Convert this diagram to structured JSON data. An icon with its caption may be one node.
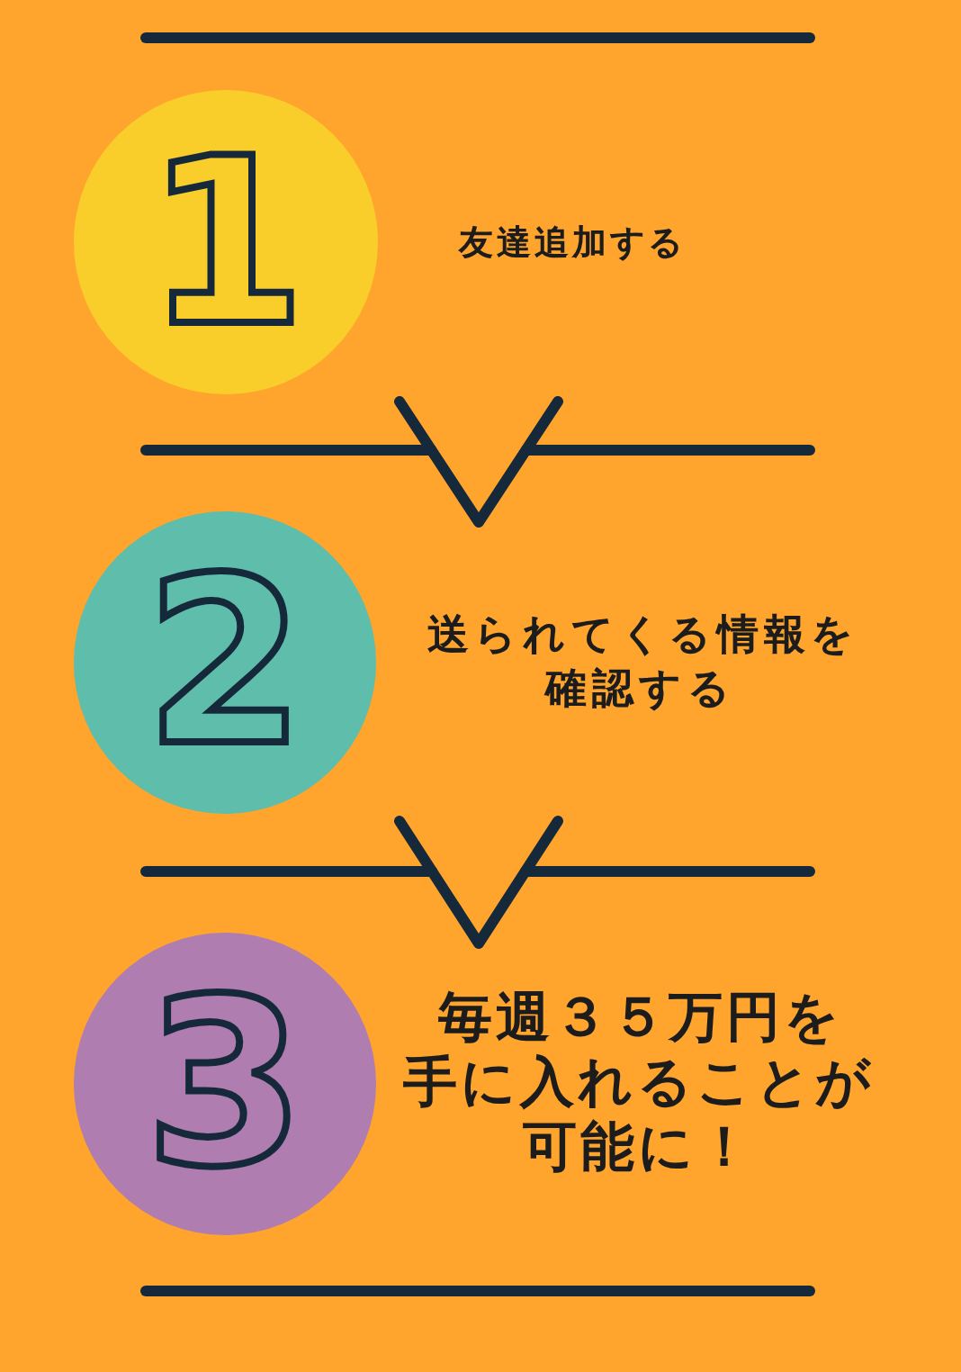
{
  "diagram": {
    "nodes": [
      {
        "text": [
          "1"
        ],
        "beside": [
          "友達追加する"
        ]
      },
      {
        "text": [
          "2"
        ],
        "beside": [
          "送られてくる情報を確認する"
        ]
      },
      {
        "text": [
          "3"
        ],
        "beside": [
          "毎週３５万円を手に入れることが可能に！"
        ]
      }
    ]
  }
}
